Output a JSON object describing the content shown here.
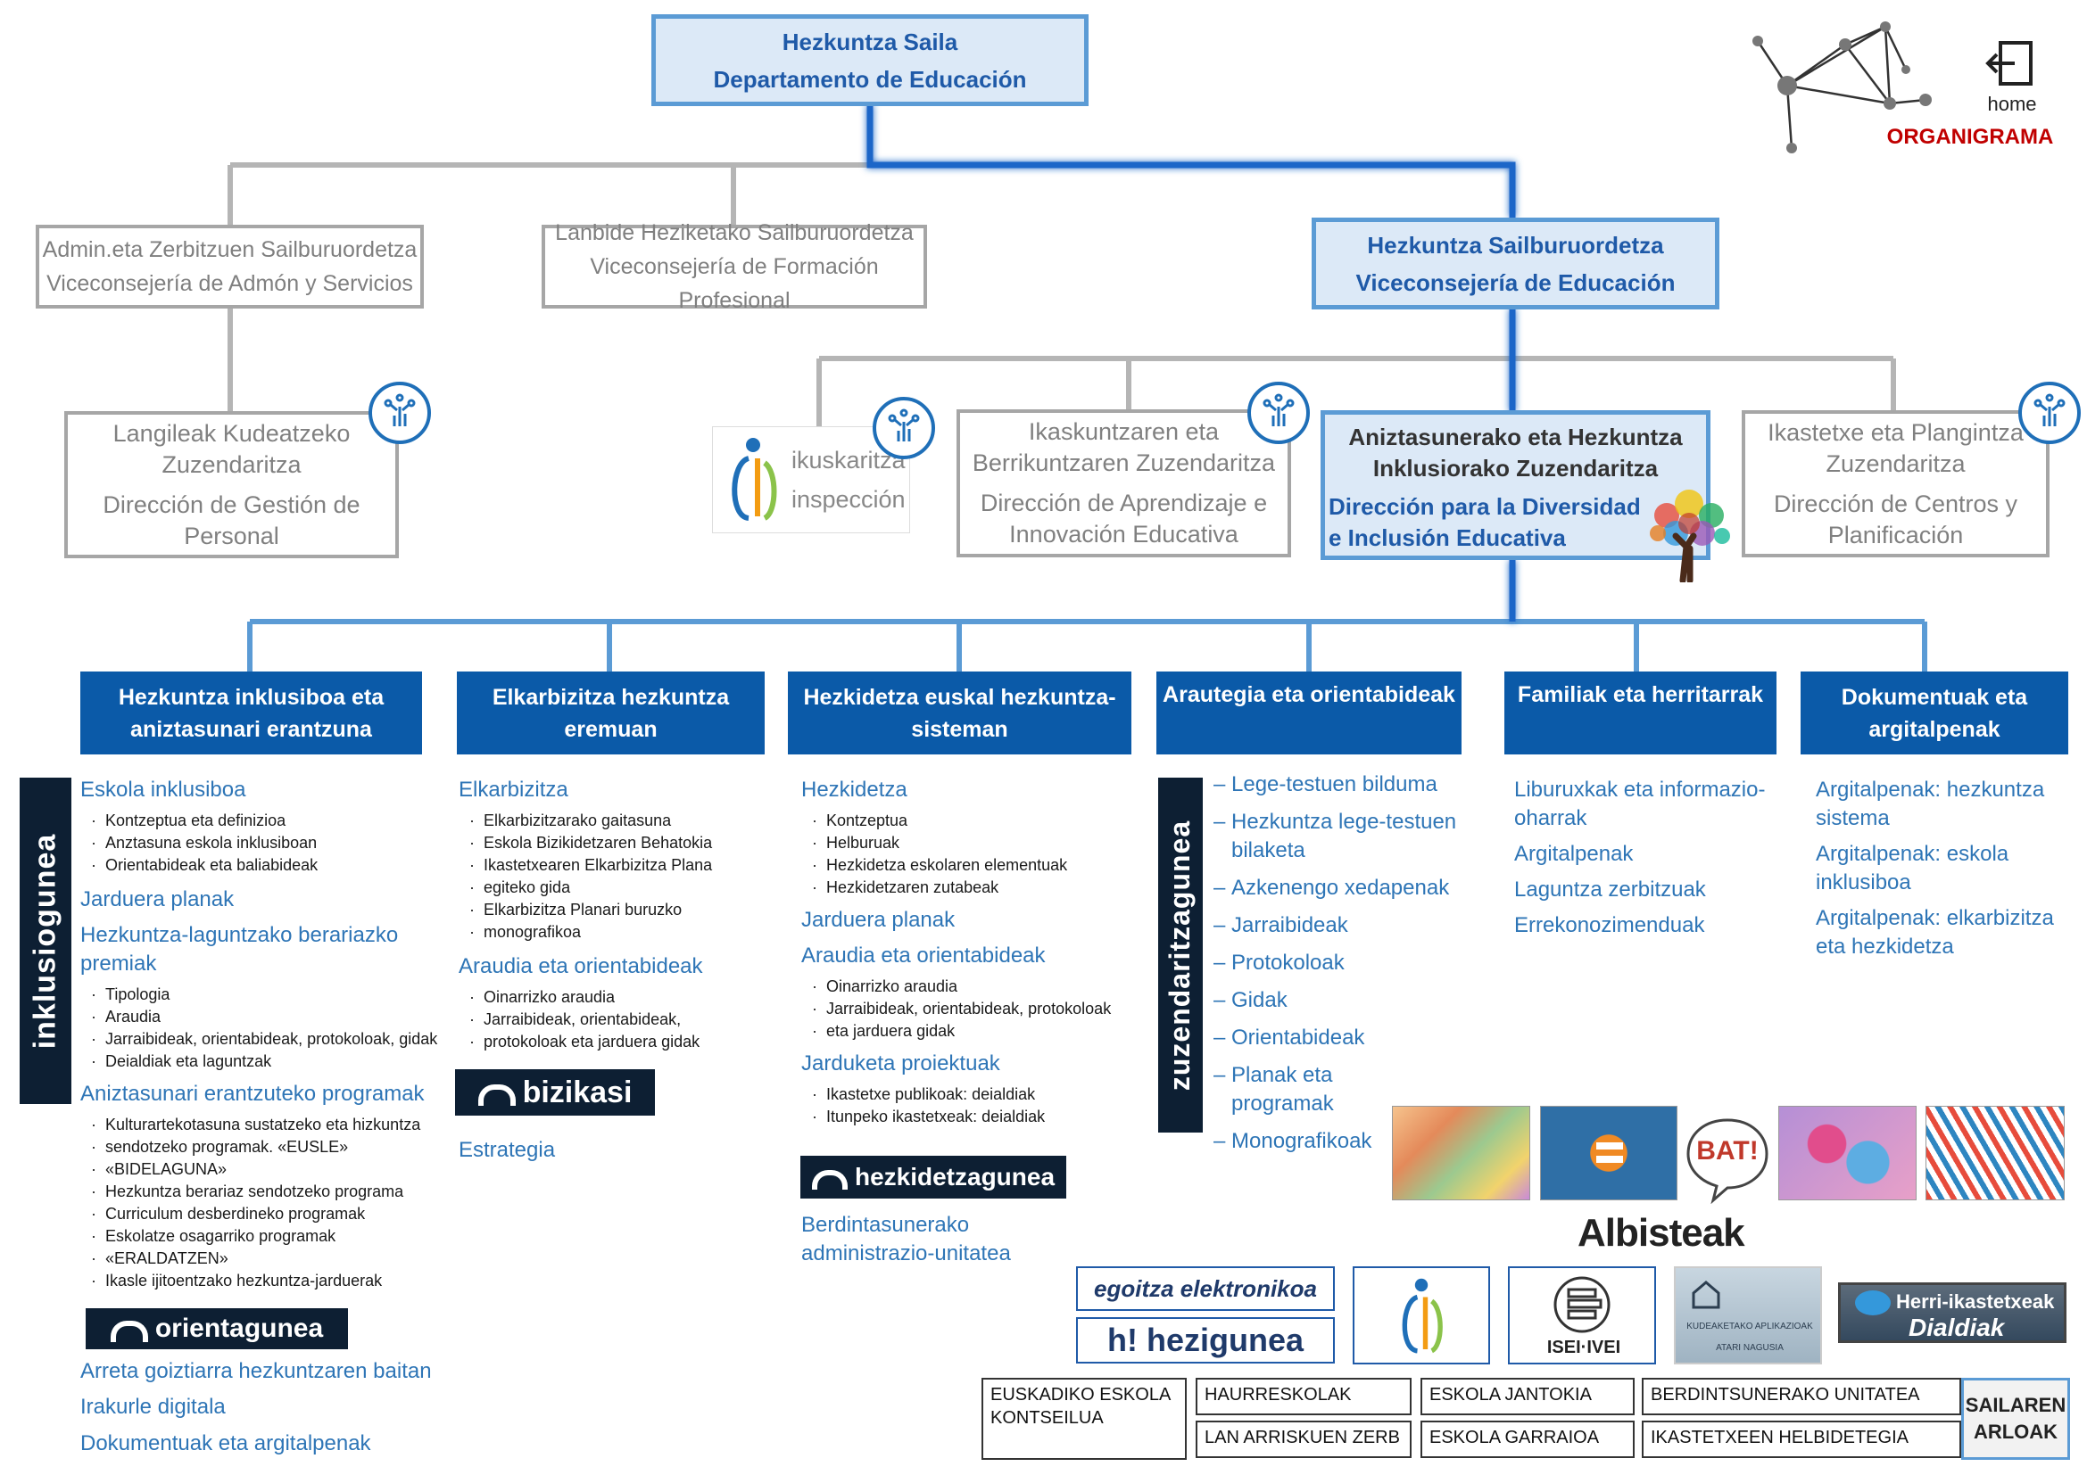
{
  "top": {
    "line1": "Hezkuntza Saila",
    "line2": "Departamento de Educación"
  },
  "corner": {
    "home_label": "home",
    "organigrama_label": "ORGANIGRAMA"
  },
  "vice": {
    "admin": {
      "line1": "Admin.eta Zerbitzuen Sailburuordetza",
      "line2": "Viceconsejería de Admón y Servicios"
    },
    "lanbide": {
      "line1": "Lanbide Heziketako Sailburuordetza",
      "line2": "Viceconsejería de Formación Profesional"
    },
    "hezkuntza": {
      "line1": "Hezkuntza Sailburuordetza",
      "line2": "Viceconsejería de Educación"
    }
  },
  "directorates": {
    "langileak": {
      "eu1": "Langileak Kudeatzeko",
      "eu2": "Zuzendaritza",
      "es1": "Dirección de Gestión de",
      "es2": "Personal"
    },
    "ikuskaritza": {
      "eu": "ikuskaritza",
      "es": "inspección"
    },
    "ikaskuntza": {
      "eu1": "Ikaskuntzaren eta",
      "eu2": "Berrikuntzaren  Zuzendaritza",
      "es1": "Dirección de Aprendizaje e",
      "es2": "Innovación Educativa"
    },
    "aniztasun": {
      "eu1": "Aniztasunerako eta Hezkuntza",
      "eu2": "Inklusiorako Zuzendaritza",
      "es1": "Dirección para la Diversidad",
      "es2": "e Inclusión Educativa"
    },
    "ikastetxe": {
      "eu1": "Ikastetxe eta Plangintza",
      "eu2": "Zuzendaritza",
      "es1": "Dirección de Centros y",
      "es2": "Planificación"
    }
  },
  "categories": [
    {
      "line1": "Hezkuntza inklusiboa eta",
      "line2": "aniztasunari erantzuna"
    },
    {
      "line1": "Elkarbizitza hezkuntza",
      "line2": "eremuan"
    },
    {
      "line1": "Hezkidetza euskal hezkuntza-",
      "line2": "sisteman"
    },
    {
      "line1": "Arautegia eta orientabideak",
      "line2": ""
    },
    {
      "line1": "Familiak eta herritarrak",
      "line2": ""
    },
    {
      "line1": "Dokumentuak eta",
      "line2": "argitalpenak"
    }
  ],
  "col1": {
    "logo": "inklusiogunea",
    "escola": "Eskola inklusiboa",
    "escola_subs": [
      "Kontzeptua eta definizioa",
      "Anztasuna eskola inklusiboan",
      "Orientabideak eta baliabideak"
    ],
    "jarduera": "Jarduera planak",
    "premiak1": "Hezkuntza-laguntzako berariazko",
    "premiak2": "premiak",
    "premiak_subs": [
      "Tipologia",
      "Araudia",
      "Jarraibideak, orientabideak, protokoloak, gidak",
      "Deialdiak eta laguntzak"
    ],
    "programak": "Aniztasunari erantzuteko programak",
    "programak_subs": [
      "Kulturartekotasuna sustatzeko eta hizkuntza",
      "sendotzeko programak. «EUSLE»",
      "«BIDELAGUNA»",
      "Hezkuntza berariaz sendotzeko programa",
      "Curriculum desberdineko programak",
      "Eskolatze osagarriko programak",
      "«ERALDATZEN»",
      "Ikasle ijitoentzako hezkuntza-jarduerak"
    ],
    "orienta": "orientagunea",
    "arreta": "Arreta goiztiarra hezkuntzaren baitan",
    "irakurle": "Irakurle digitala",
    "dokumentuak": "Dokumentuak eta argitalpenak"
  },
  "col2": {
    "elkarbizitza": "Elkarbizitza",
    "elk_subs": [
      "Elkarbizitzarako gaitasuna",
      "Eskola Bizikidetzaren Behatokia",
      "Ikastetxearen Elkarbizitza Plana",
      "egiteko gida",
      "Elkarbizitza Planari buruzko",
      "monografikoa"
    ],
    "araudia": "Araudia eta orientabideak",
    "ar_subs": [
      "Oinarrizko araudia",
      "Jarraibideak, orientabideak,",
      "protokoloak eta jarduera gidak"
    ],
    "bizikasi": "bizikasi",
    "estrategia": "Estrategia"
  },
  "col3": {
    "hezkidetza": "Hezkidetza",
    "hez_subs": [
      "Kontzeptua",
      "Helburuak",
      "Hezkidetza eskolaren elementuak",
      "Hezkidetzaren zutabeak"
    ],
    "jarduera": "Jarduera planak",
    "araudia": "Araudia eta orientabideak",
    "ar_subs": [
      "Oinarrizko araudia",
      "Jarraibideak, orientabideak, protokoloak",
      "eta jarduera gidak"
    ],
    "jarduketa": "Jarduketa proiektuak",
    "jar_subs": [
      "Ikastetxe publikoak: deialdiak",
      "Itunpeko ikastetxeak: deialdiak"
    ],
    "logo": "hezkidetzagunea",
    "berdintasun1": "Berdintasunerako",
    "berdintasun2": "administrazio-unitatea"
  },
  "col4": {
    "logo": "zuzendaritzagunea",
    "items": [
      "Lege-testuen bilduma",
      "Hezkuntza lege-testuen",
      "bilaketa",
      "Azkenengo xedapenak",
      "Jarraibideak",
      "Protokoloak",
      "Gidak",
      "Orientabideak",
      "Planak eta",
      "programak",
      "Monografikoak"
    ]
  },
  "col5": {
    "items": [
      "Liburuxkak eta informazio-",
      "oharrak",
      "Argitalpenak",
      "Laguntza zerbitzuak",
      "Errekonozimenduak"
    ]
  },
  "col6": {
    "items": [
      "Argitalpenak: hezkuntza",
      "sistema",
      "Argitalpenak: eskola",
      "inklusiboa",
      "Argitalpenak: elkarbizitza",
      "eta hezkidetza"
    ]
  },
  "news": {
    "albisteak": "Albisteak",
    "bat": "BAT!"
  },
  "logos": {
    "egoitza": "egoitza elektronikoa",
    "hezigunea": "h! hezigunea",
    "isei": "ISEI·IVEI",
    "kudeaketa1": "KUDEAKETAKO APLIKAZIOAK",
    "kudeaketa2": "ATARI NAGUSIA",
    "herri1": "Herri-ikastetxeak",
    "herri2": "Dialdiak"
  },
  "bottom": {
    "kontseilua1": "EUSKADIKO ESKOLA",
    "kontseilua2": "KONTSEILUA",
    "haurreskolak": "HAURRESKOLAK",
    "lan": "LAN ARRISKUEN ZERB",
    "jantokia": "ESKOLA JANTOKIA",
    "garraioa": "ESKOLA GARRAIOA",
    "berdintsun": "BERDINTSUNERAKO UNITATEA",
    "helbidetegia": "IKASTETXEEN HELBIDETEGIA",
    "sailaren1": "SAILAREN",
    "sailaren2": "ARLOAK"
  },
  "colors": {
    "accent": "#0b5aa8",
    "link": "#2e75b6",
    "highlight_line": "#1e66c8",
    "grey_line": "#b0b0b0",
    "organigrama": "#c00000"
  }
}
